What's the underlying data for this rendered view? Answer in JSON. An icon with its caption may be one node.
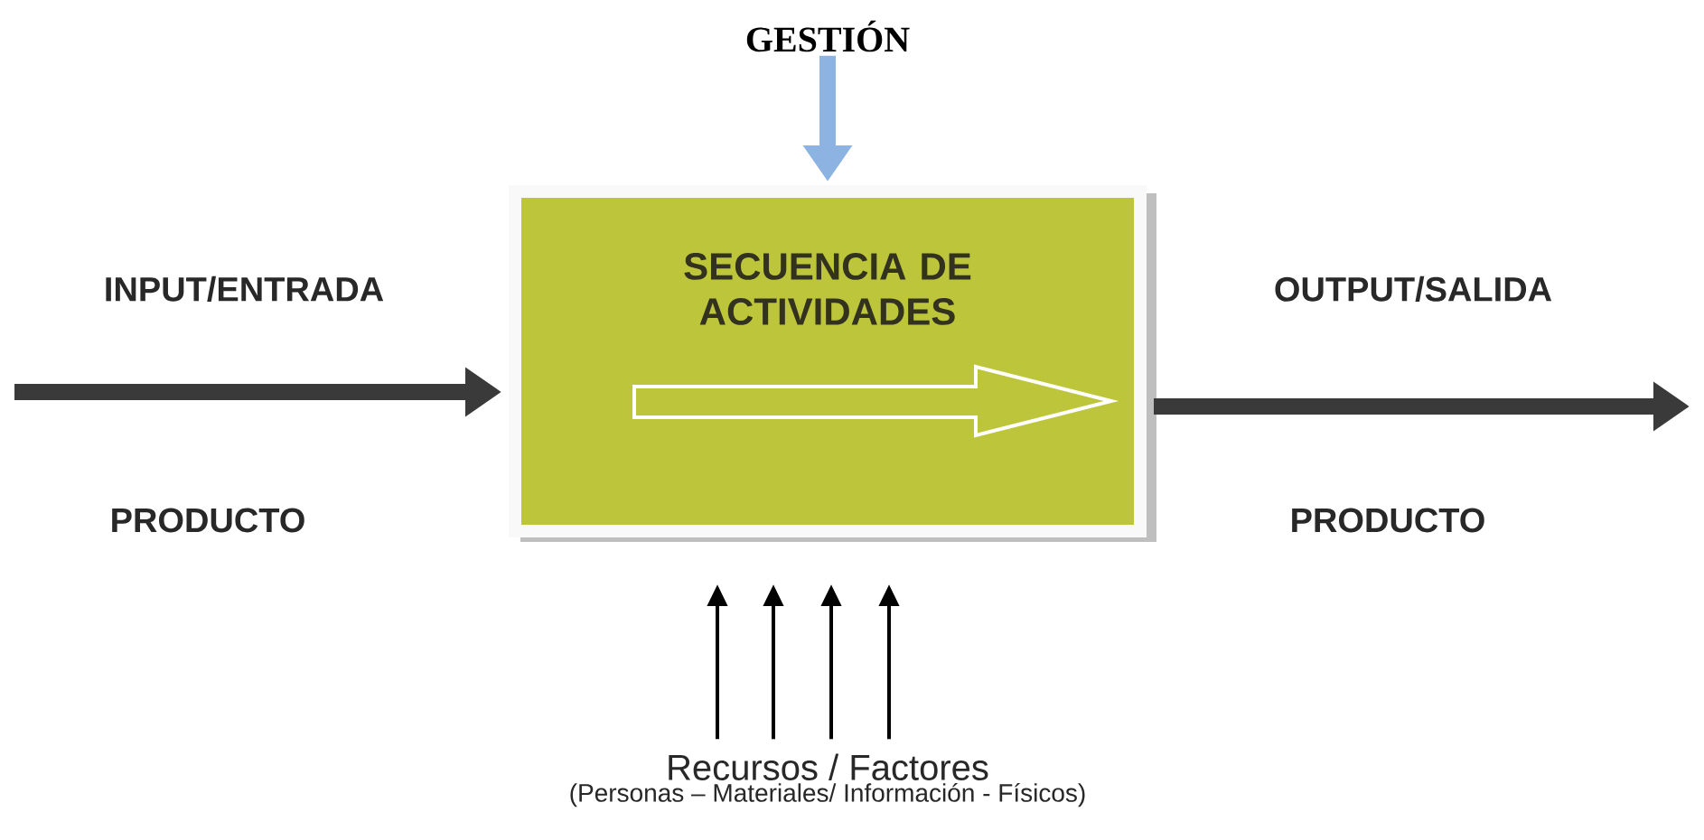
{
  "diagram": {
    "nodes": [
      {
        "text": [
          "SECUENCIA DE ACTIVIDADES"
        ]
      },
      {
        "text": [
          "GESTIÓN"
        ]
      },
      {
        "text": [
          "Recursos / Factores",
          "(Personas – Materiales/ Información - Físicos)"
        ]
      }
    ],
    "edges": [
      {
        "from": 1,
        "to": 0,
        "arrow": "to",
        "style": "thick",
        "color": "#8db3e2"
      },
      {
        "from": null,
        "to": 0,
        "arrow": "to",
        "style": "thick",
        "color": "#3a3a3a"
      },
      {
        "from": 0,
        "to": null,
        "arrow": "to",
        "style": "thick",
        "color": "#3a3a3a"
      },
      {
        "from": 2,
        "to": 0,
        "arrow": "to"
      },
      {
        "from": 2,
        "to": 0,
        "arrow": "to"
      },
      {
        "from": 2,
        "to": 0,
        "arrow": "to"
      },
      {
        "from": 2,
        "to": 0,
        "arrow": "to"
      }
    ],
    "labels": [
      "INPUT/ENTRADA",
      "OUTPUT/SALIDA",
      "PRODUCTO",
      "PRODUCTO"
    ]
  }
}
